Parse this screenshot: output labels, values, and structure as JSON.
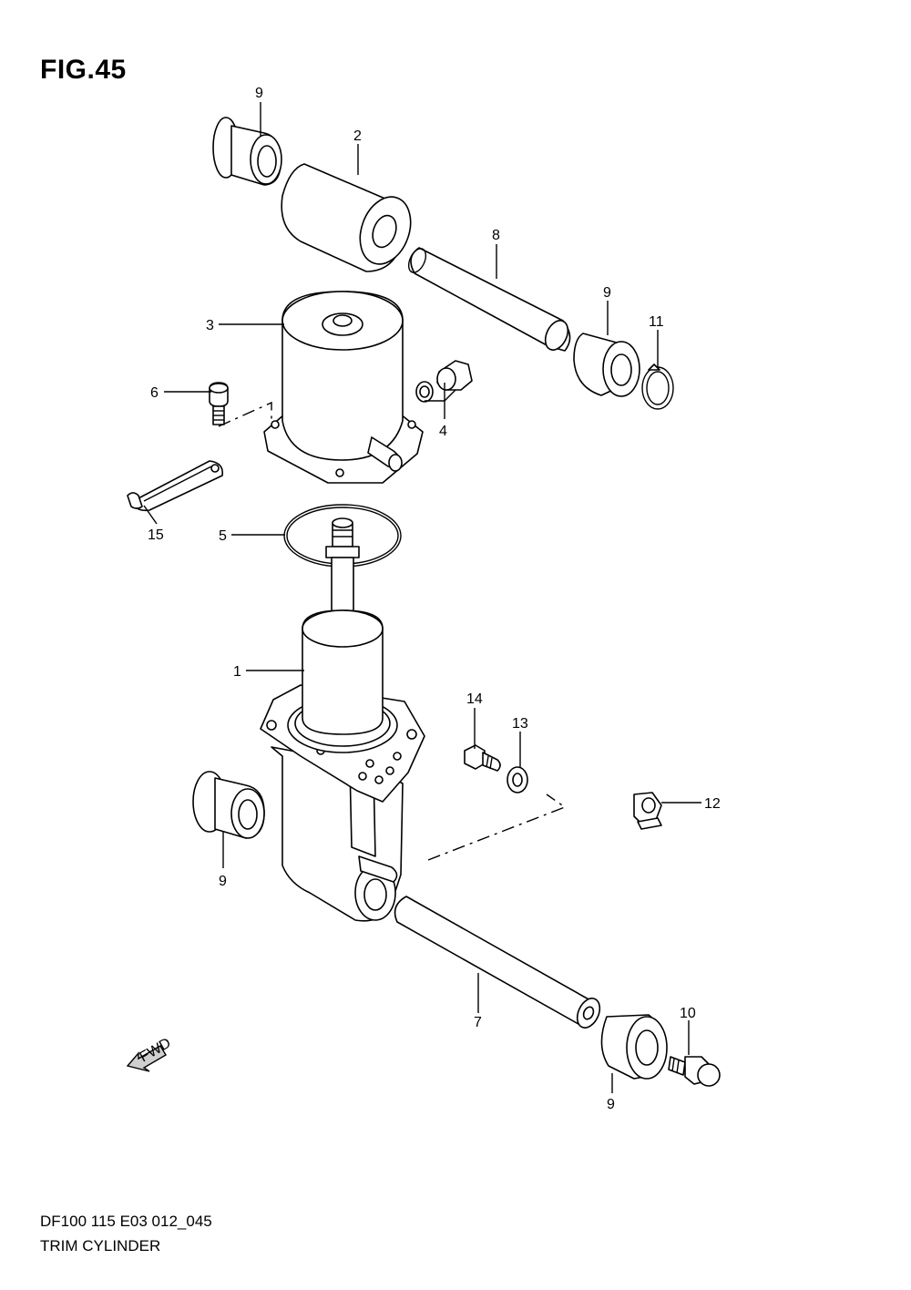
{
  "figure": {
    "title": "FIG.45",
    "code": "DF100 115 E03 012_045",
    "name": "TRIM CYLINDER"
  },
  "callouts": [
    "9",
    "2",
    "8",
    "9",
    "11",
    "3",
    "6",
    "4",
    "15",
    "5",
    "1",
    "14",
    "13",
    "12",
    "9",
    "7",
    "10",
    "9"
  ],
  "fwd_label": "FWD"
}
